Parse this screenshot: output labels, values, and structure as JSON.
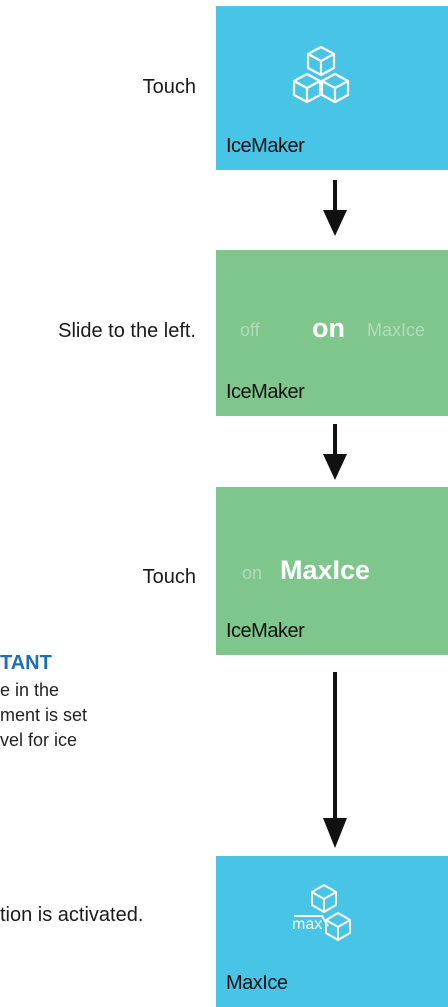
{
  "colors": {
    "blue_tile": "#48c5e6",
    "green_tile": "#7ec68c",
    "important": "#1b6fb8",
    "arrow": "#111111"
  },
  "steps": [
    {
      "instruction": "Touch",
      "tile_label": "IceMaker",
      "icon": "ice-cubes-icon"
    },
    {
      "instruction": "Slide to the left.",
      "tile_label": "IceMaker",
      "options": [
        "off",
        "on",
        "MaxIce"
      ]
    },
    {
      "instruction": "Touch",
      "tile_label": "IceMaker",
      "options": [
        "on",
        "MaxIce"
      ]
    }
  ],
  "important": {
    "title": "TANT",
    "lines": [
      "e in the",
      "ment is set",
      "vel for ice"
    ]
  },
  "result": {
    "instruction": "tion is activated.",
    "tile_label": "MaxIce",
    "icon_text": "max",
    "icon": "max-ice-icon"
  }
}
